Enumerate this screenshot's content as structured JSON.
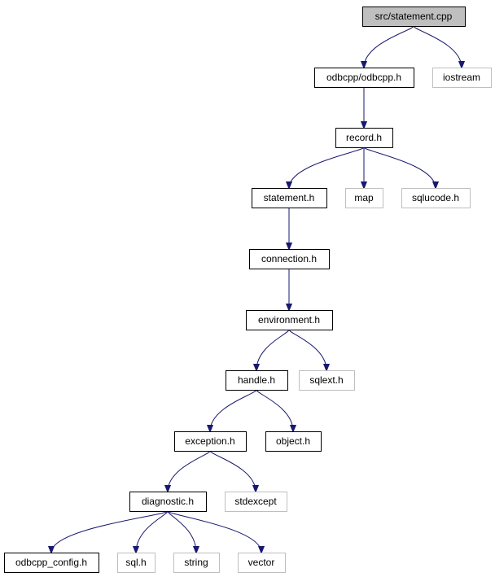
{
  "graph": {
    "nodes": [
      {
        "id": "statement_cpp",
        "label": "src/statement.cpp",
        "kind": "root"
      },
      {
        "id": "odbcpp_h",
        "label": "odbcpp/odbcpp.h",
        "kind": "local"
      },
      {
        "id": "iostream",
        "label": "iostream",
        "kind": "external"
      },
      {
        "id": "record_h",
        "label": "record.h",
        "kind": "local"
      },
      {
        "id": "statement_h",
        "label": "statement.h",
        "kind": "local"
      },
      {
        "id": "map",
        "label": "map",
        "kind": "external"
      },
      {
        "id": "sqlucode_h",
        "label": "sqlucode.h",
        "kind": "external"
      },
      {
        "id": "connection_h",
        "label": "connection.h",
        "kind": "local"
      },
      {
        "id": "environment_h",
        "label": "environment.h",
        "kind": "local"
      },
      {
        "id": "handle_h",
        "label": "handle.h",
        "kind": "local"
      },
      {
        "id": "sqlext_h",
        "label": "sqlext.h",
        "kind": "external"
      },
      {
        "id": "exception_h",
        "label": "exception.h",
        "kind": "local"
      },
      {
        "id": "object_h",
        "label": "object.h",
        "kind": "local"
      },
      {
        "id": "diagnostic_h",
        "label": "diagnostic.h",
        "kind": "local"
      },
      {
        "id": "stdexcept",
        "label": "stdexcept",
        "kind": "external"
      },
      {
        "id": "odbcpp_config_h",
        "label": "odbcpp_config.h",
        "kind": "local"
      },
      {
        "id": "sql_h",
        "label": "sql.h",
        "kind": "external"
      },
      {
        "id": "string",
        "label": "string",
        "kind": "external"
      },
      {
        "id": "vector",
        "label": "vector",
        "kind": "external"
      }
    ],
    "edges": [
      [
        "statement_cpp",
        "odbcpp_h"
      ],
      [
        "statement_cpp",
        "iostream"
      ],
      [
        "odbcpp_h",
        "record_h"
      ],
      [
        "record_h",
        "statement_h"
      ],
      [
        "record_h",
        "map"
      ],
      [
        "record_h",
        "sqlucode_h"
      ],
      [
        "statement_h",
        "connection_h"
      ],
      [
        "connection_h",
        "environment_h"
      ],
      [
        "environment_h",
        "handle_h"
      ],
      [
        "environment_h",
        "sqlext_h"
      ],
      [
        "handle_h",
        "exception_h"
      ],
      [
        "handle_h",
        "object_h"
      ],
      [
        "exception_h",
        "diagnostic_h"
      ],
      [
        "exception_h",
        "stdexcept"
      ],
      [
        "diagnostic_h",
        "odbcpp_config_h"
      ],
      [
        "diagnostic_h",
        "sql_h"
      ],
      [
        "diagnostic_h",
        "string"
      ],
      [
        "diagnostic_h",
        "vector"
      ]
    ],
    "colors": {
      "root_fill": "#bfbfbf",
      "local_border": "#000000",
      "external_border": "#bfbfbf",
      "edge": "#191970"
    }
  }
}
